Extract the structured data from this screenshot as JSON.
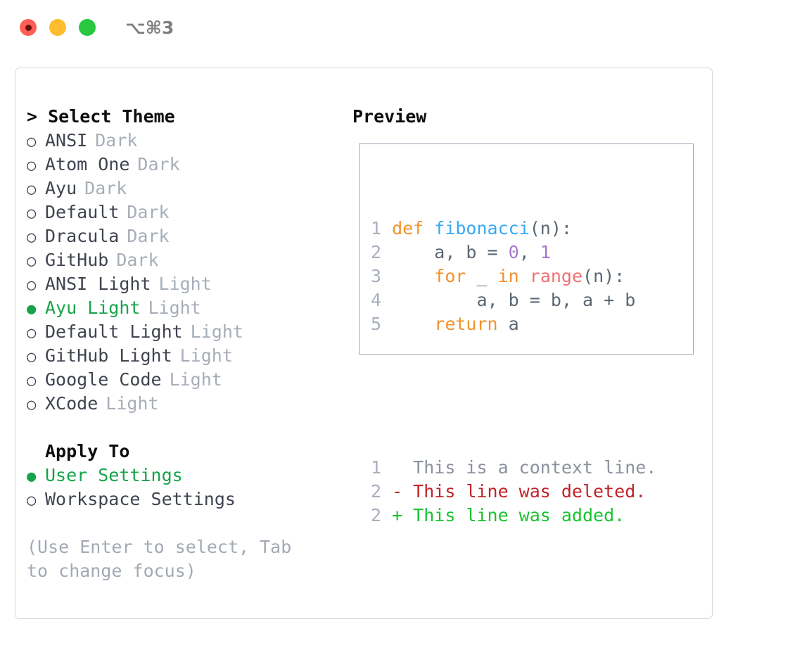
{
  "titlebar": {
    "shortcut": "⌥⌘3",
    "dots": [
      {
        "name": "close",
        "color": "#ff5f57"
      },
      {
        "name": "minimize",
        "color": "#febc2e"
      },
      {
        "name": "maximize",
        "color": "#28c840"
      }
    ]
  },
  "theme_panel": {
    "header": "> Select Theme",
    "items": [
      {
        "marker": "○",
        "label": "ANSI",
        "variant": "Dark",
        "selected": false
      },
      {
        "marker": "○",
        "label": "Atom One",
        "variant": "Dark",
        "selected": false
      },
      {
        "marker": "○",
        "label": "Ayu",
        "variant": "Dark",
        "selected": false
      },
      {
        "marker": "○",
        "label": "Default",
        "variant": "Dark",
        "selected": false
      },
      {
        "marker": "○",
        "label": "Dracula",
        "variant": "Dark",
        "selected": false
      },
      {
        "marker": "○",
        "label": "GitHub",
        "variant": "Dark",
        "selected": false
      },
      {
        "marker": "○",
        "label": "ANSI Light",
        "variant": "Light",
        "selected": false
      },
      {
        "marker": "●",
        "label": "Ayu Light",
        "variant": "Light",
        "selected": true
      },
      {
        "marker": "○",
        "label": "Default Light",
        "variant": "Light",
        "selected": false
      },
      {
        "marker": "○",
        "label": "GitHub Light",
        "variant": "Light",
        "selected": false
      },
      {
        "marker": "○",
        "label": "Google Code",
        "variant": "Light",
        "selected": false
      },
      {
        "marker": "○",
        "label": "XCode",
        "variant": "Light",
        "selected": false
      }
    ],
    "apply_to": {
      "header": "Apply To",
      "items": [
        {
          "marker": "●",
          "label": "User Settings",
          "selected": true
        },
        {
          "marker": "○",
          "label": "Workspace Settings",
          "selected": false
        }
      ]
    },
    "hint": "(Use Enter to select, Tab to change focus)"
  },
  "preview": {
    "title": "Preview",
    "code_lines": [
      {
        "num": "1",
        "tokens": [
          {
            "t": "def",
            "c": "kw"
          },
          {
            "t": " ",
            "c": "pl"
          },
          {
            "t": "fibonacci",
            "c": "fn"
          },
          {
            "t": "(n):",
            "c": "pl"
          }
        ]
      },
      {
        "num": "2",
        "tokens": [
          {
            "t": "    a, b = ",
            "c": "pl"
          },
          {
            "t": "0",
            "c": "num"
          },
          {
            "t": ", ",
            "c": "pl"
          },
          {
            "t": "1",
            "c": "num"
          }
        ]
      },
      {
        "num": "3",
        "tokens": [
          {
            "t": "    ",
            "c": "pl"
          },
          {
            "t": "for",
            "c": "kw"
          },
          {
            "t": " _ ",
            "c": "pl"
          },
          {
            "t": "in",
            "c": "kw"
          },
          {
            "t": " ",
            "c": "pl"
          },
          {
            "t": "range",
            "c": "bi"
          },
          {
            "t": "(n):",
            "c": "pl"
          }
        ]
      },
      {
        "num": "4",
        "tokens": [
          {
            "t": "        a, b = b, a + b",
            "c": "pl"
          }
        ]
      },
      {
        "num": "5",
        "tokens": [
          {
            "t": "    ",
            "c": "pl"
          },
          {
            "t": "return",
            "c": "kw"
          },
          {
            "t": " a",
            "c": "pl"
          }
        ]
      }
    ],
    "diff_lines": [
      {
        "num": "1",
        "text": "  This is a context line.",
        "kind": "ctx"
      },
      {
        "num": "2",
        "text": "- This line was deleted.",
        "kind": "del"
      },
      {
        "num": "2",
        "text": "+ This line was added.",
        "kind": "add"
      }
    ]
  },
  "colors": {
    "accent_green": "#16a34a",
    "muted": "#a7aeb9",
    "keyword": "#f2922b",
    "function": "#39a9f4",
    "builtin": "#f07171",
    "number": "#a37acc",
    "plain": "#5c6773",
    "diff_delete": "#c0232a",
    "diff_add": "#19c32e",
    "border": "#9aa5b4"
  }
}
